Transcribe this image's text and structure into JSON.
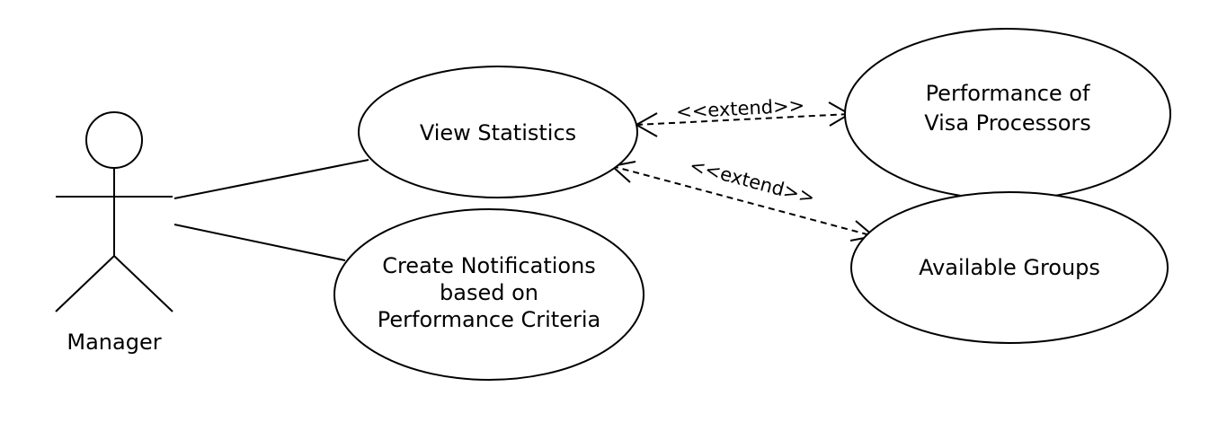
{
  "actor": {
    "name": "Manager"
  },
  "use_cases": {
    "view_statistics": [
      "View Statistics"
    ],
    "create_notifications": [
      "Create Notifications",
      "based on",
      "Performance Criteria"
    ],
    "performance_visa": [
      "Performance of",
      "Visa Processors"
    ],
    "available_groups": [
      "Available Groups"
    ]
  },
  "relations": {
    "extend_top": "<<extend>>",
    "extend_bottom": "<<extend>>"
  }
}
